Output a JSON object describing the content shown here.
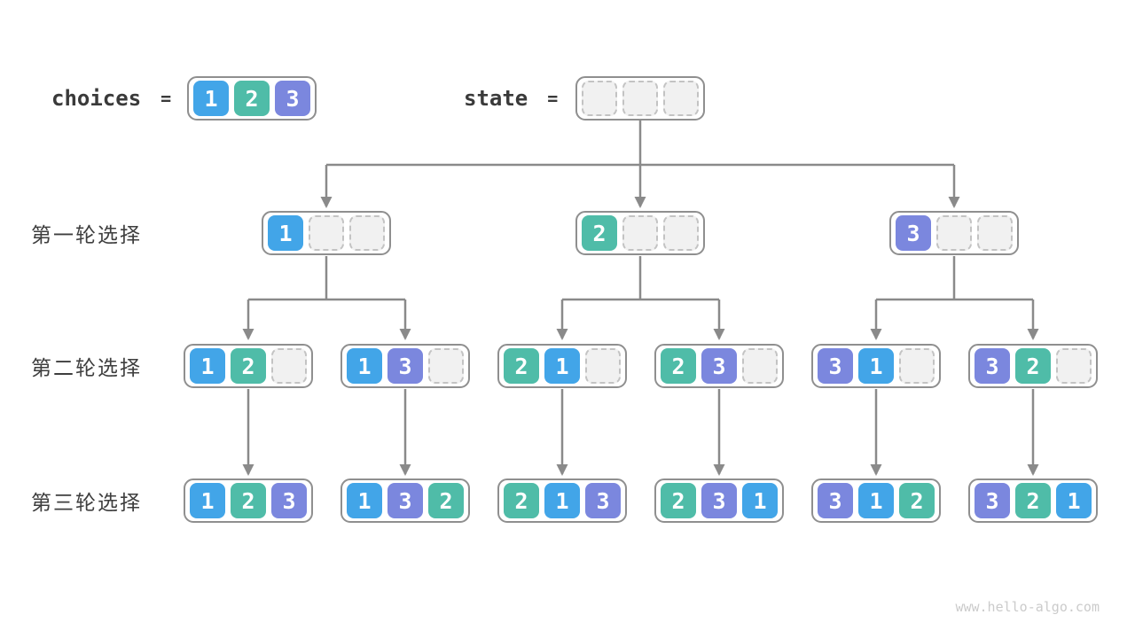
{
  "colors": {
    "1": "#42A5E8",
    "2": "#4FBCA8",
    "3": "#7B87DE"
  },
  "header": {
    "choices_label": "choices",
    "choices_equals": "=",
    "choices_cells": [
      "1",
      "2",
      "3"
    ],
    "state_label": "state",
    "state_equals": "=",
    "state_cells": [
      "",
      "",
      ""
    ]
  },
  "rows": [
    {
      "label": "第一轮选择",
      "nodes": [
        {
          "cells": [
            "1",
            "",
            ""
          ]
        },
        {
          "cells": [
            "2",
            "",
            ""
          ]
        },
        {
          "cells": [
            "3",
            "",
            ""
          ]
        }
      ]
    },
    {
      "label": "第二轮选择",
      "nodes": [
        {
          "cells": [
            "1",
            "2",
            ""
          ]
        },
        {
          "cells": [
            "1",
            "3",
            ""
          ]
        },
        {
          "cells": [
            "2",
            "1",
            ""
          ]
        },
        {
          "cells": [
            "2",
            "3",
            ""
          ]
        },
        {
          "cells": [
            "3",
            "1",
            ""
          ]
        },
        {
          "cells": [
            "3",
            "2",
            ""
          ]
        }
      ]
    },
    {
      "label": "第三轮选择",
      "nodes": [
        {
          "cells": [
            "1",
            "2",
            "3"
          ]
        },
        {
          "cells": [
            "1",
            "3",
            "2"
          ]
        },
        {
          "cells": [
            "2",
            "1",
            "3"
          ]
        },
        {
          "cells": [
            "2",
            "3",
            "1"
          ]
        },
        {
          "cells": [
            "3",
            "1",
            "2"
          ]
        },
        {
          "cells": [
            "3",
            "2",
            "1"
          ]
        }
      ]
    }
  ],
  "watermark": "www.hello-algo.com"
}
